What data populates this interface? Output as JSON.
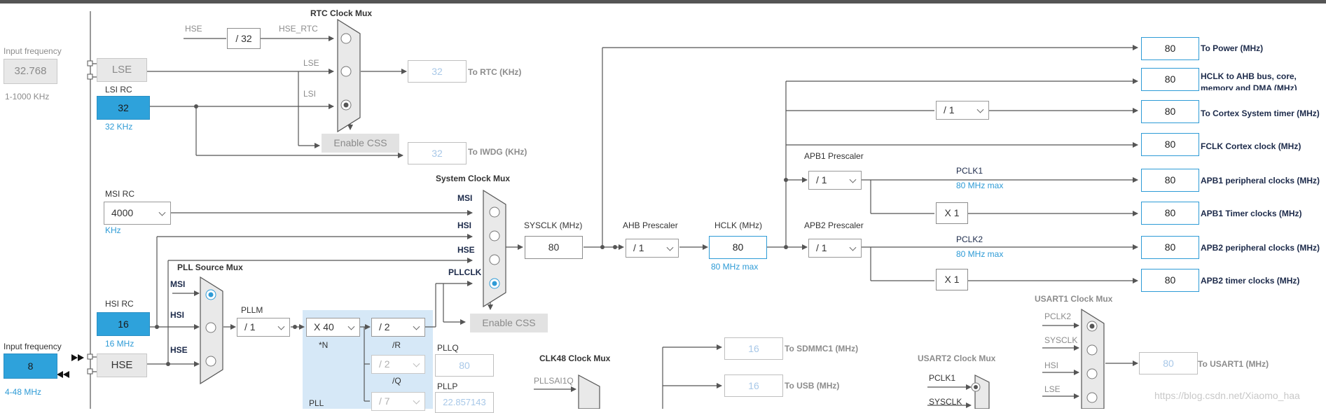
{
  "top_bar": "",
  "rtc_mux": {
    "title": "RTC Clock Mux",
    "hse": "HSE",
    "div": "/ 32",
    "hse_rtc": "HSE_RTC",
    "lse": "LSE",
    "lsi": "LSI"
  },
  "lse": {
    "input_label": "Input frequency",
    "input_value": "32.768",
    "range": "1-1000 KHz",
    "label": "LSE"
  },
  "lsi": {
    "label": "LSI RC",
    "value": "32",
    "unit": "32 KHz"
  },
  "rtc_out": {
    "value": "32",
    "label": "To RTC (KHz)"
  },
  "iwdg_out": {
    "value": "32",
    "label": "To IWDG (KHz)"
  },
  "enable_css": "Enable CSS",
  "msi": {
    "label": "MSI RC",
    "value": "4000",
    "unit": "KHz"
  },
  "sys_mux": {
    "title": "System Clock Mux",
    "msi": "MSI",
    "hsi": "HSI",
    "hse": "HSE",
    "pllclk": "PLLCLK"
  },
  "sysclk": {
    "label": "SYSCLK (MHz)",
    "value": "80"
  },
  "ahb": {
    "label": "AHB Prescaler",
    "value": "/ 1"
  },
  "hclk": {
    "label": "HCLK (MHz)",
    "value": "80",
    "max": "80 MHz max"
  },
  "pll_src": {
    "title": "PLL Source Mux",
    "msi": "MSI",
    "hsi": "HSI",
    "hse": "HSE"
  },
  "hsi": {
    "label": "HSI RC",
    "value": "16",
    "unit": "16 MHz"
  },
  "hse": {
    "input_label": "Input frequency",
    "input_value": "8",
    "range": "4-48 MHz",
    "label": "HSE"
  },
  "pllm": {
    "label": "PLLM",
    "value": "/ 1"
  },
  "plln": {
    "value": "X 40",
    "label": "*N"
  },
  "pllr": {
    "value": "/ 2",
    "label": "/R"
  },
  "pllq": {
    "value": "/ 2",
    "label": "/Q",
    "out_label": "PLLQ",
    "out_value": "80"
  },
  "pllp": {
    "value": "/ 7",
    "out_label": "PLLP",
    "out_value": "22.857143"
  },
  "pll_label": "PLL",
  "clk48": {
    "title": "CLK48 Clock Mux",
    "input": "PLLSAI1Q"
  },
  "sdmmc": {
    "value": "16",
    "label": "To SDMMC1 (MHz)"
  },
  "usb": {
    "value": "16",
    "label": "To USB (MHz)"
  },
  "usart2": {
    "title": "USART2 Clock Mux",
    "pclk1": "PCLK1",
    "sysclk": "SYSCLK"
  },
  "usart1": {
    "title": "USART1 Clock Mux",
    "pclk2": "PCLK2",
    "sysclk": "SYSCLK",
    "hsi": "HSI",
    "lse": "LSE",
    "out_value": "80",
    "out_label": "To USART1 (MHz)"
  },
  "outputs": [
    {
      "value": "80",
      "label": "To Power (MHz)"
    },
    {
      "value": "80",
      "label": "HCLK to AHB bus, core, memory and DMA (MHz)"
    },
    {
      "value": "80",
      "label": "To Cortex System timer (MHz)"
    },
    {
      "value": "80",
      "label": "FCLK Cortex clock (MHz)"
    },
    {
      "value": "80",
      "label": "APB1 peripheral clocks (MHz)"
    },
    {
      "value": "80",
      "label": "APB1 Timer clocks (MHz)"
    },
    {
      "value": "80",
      "label": "APB2 peripheral clocks (MHz)"
    },
    {
      "value": "80",
      "label": "APB2 timer clocks (MHz)"
    }
  ],
  "cortex_div": "/ 1",
  "apb1": {
    "label": "APB1 Prescaler",
    "value": "/ 1",
    "pclk": "PCLK1",
    "max": "80 MHz max",
    "timer_mult": "X 1"
  },
  "apb2": {
    "label": "APB2 Prescaler",
    "value": "/ 1",
    "pclk": "PCLK2",
    "max": "80 MHz max",
    "timer_mult": "X 1"
  },
  "watermark": "https://blog.csdn.net/Xiaomo_haa"
}
